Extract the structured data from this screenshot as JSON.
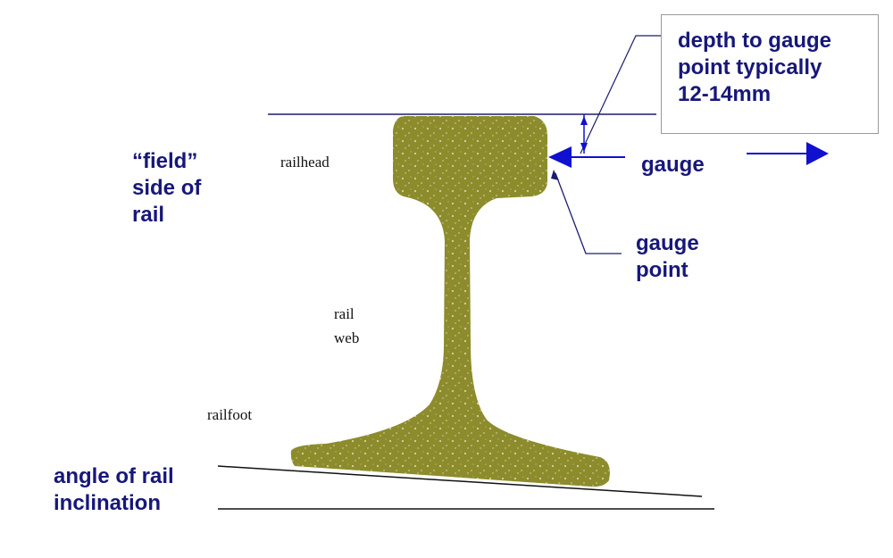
{
  "labels": {
    "depth_note": "depth to gauge\npoint typically\n12-14mm",
    "field_side": "“field”\nside of\nrail",
    "gauge": "gauge",
    "gauge_point": "gauge\npoint",
    "angle": "angle of rail\ninclination",
    "railhead": "railhead",
    "rail_web": "rail\nweb",
    "railfoot": "railfoot"
  },
  "colors": {
    "rail_fill": "#8c8c2c",
    "rail_speckle": "#d4cca0",
    "line_navy": "#1c1c6e",
    "arrow_blue": "#1010d0"
  }
}
